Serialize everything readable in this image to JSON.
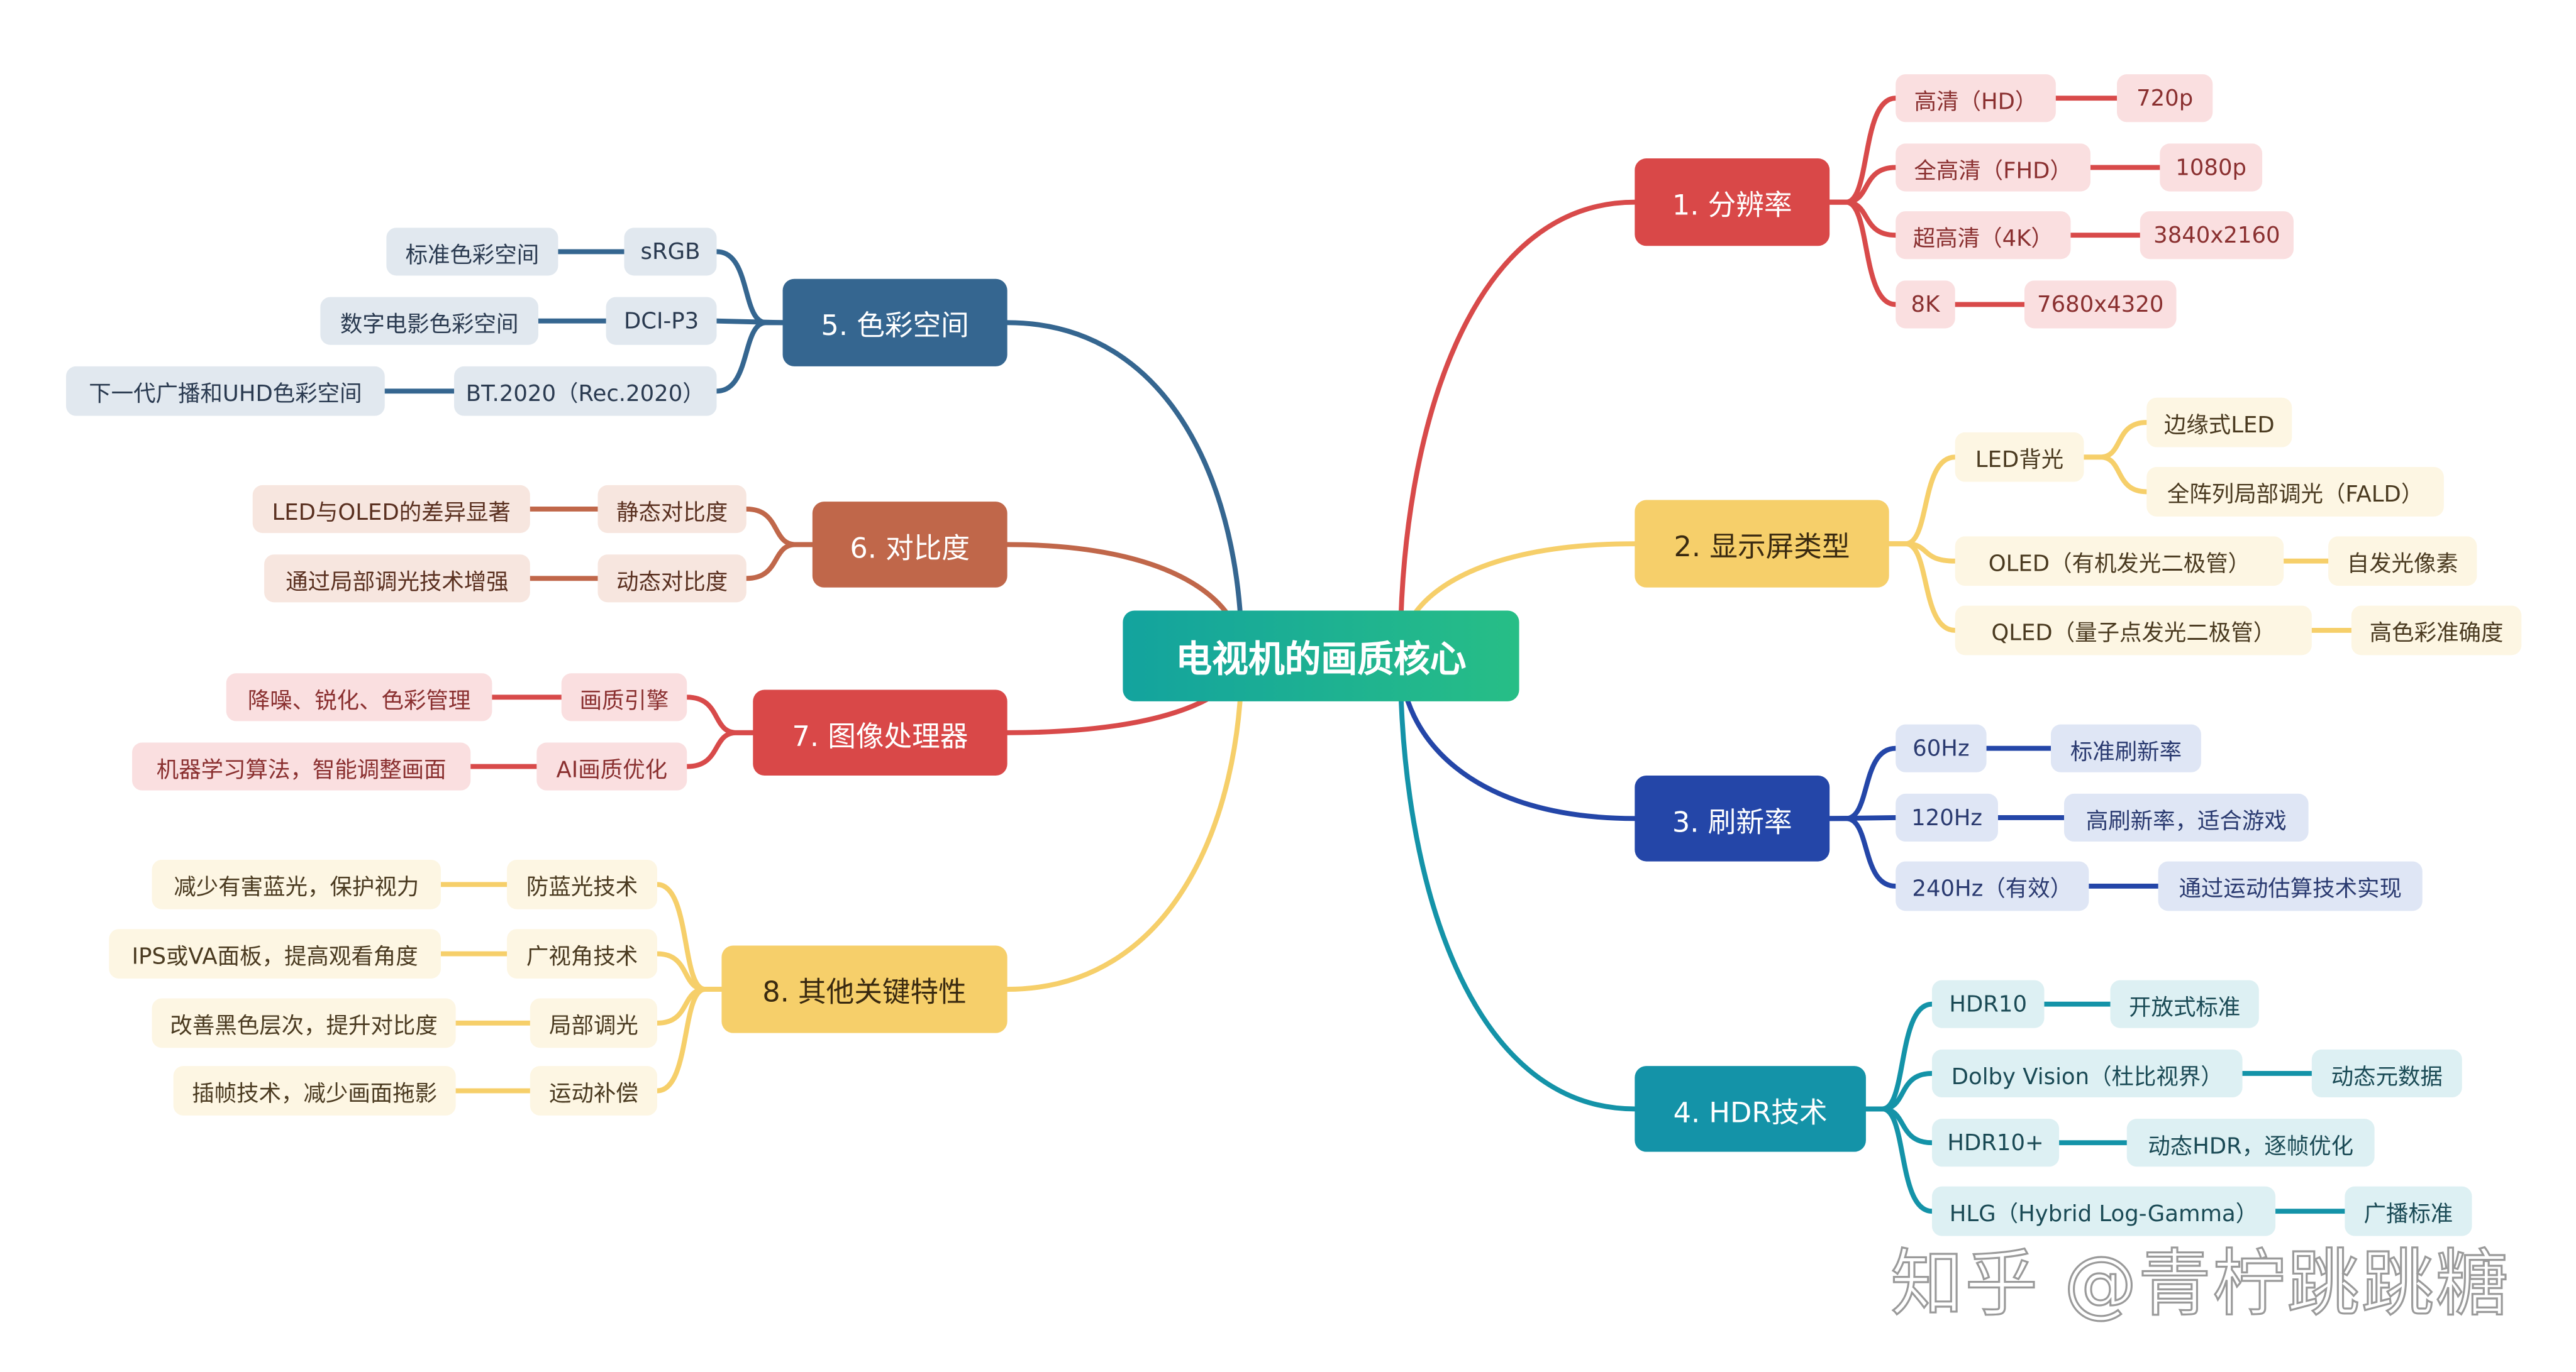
{
  "center": "电视机的画质核心",
  "branches": [
    {
      "label": "1. 分辨率",
      "color": "#d94848",
      "children": [
        {
          "label": "高清（HD）",
          "children": [
            "720p"
          ]
        },
        {
          "label": "全高清（FHD）",
          "children": [
            "1080p"
          ]
        },
        {
          "label": "超高清（4K）",
          "children": [
            "3840x2160"
          ]
        },
        {
          "label": "8K",
          "children": [
            "7680x4320"
          ]
        }
      ]
    },
    {
      "label": "2. 显示屏类型",
      "color": "#f6cf6a",
      "children": [
        {
          "label": "LED背光",
          "children": [
            "边缘式LED",
            "全阵列局部调光（FALD）"
          ]
        },
        {
          "label": "OLED（有机发光二极管）",
          "children": [
            "自发光像素"
          ]
        },
        {
          "label": "QLED（量子点发光二极管）",
          "children": [
            "高色彩准确度"
          ]
        }
      ]
    },
    {
      "label": "3. 刷新率",
      "color": "#2446a8",
      "children": [
        {
          "label": "60Hz",
          "children": [
            "标准刷新率"
          ]
        },
        {
          "label": "120Hz",
          "children": [
            "高刷新率，适合游戏"
          ]
        },
        {
          "label": "240Hz（有效）",
          "children": [
            "通过运动估算技术实现"
          ]
        }
      ]
    },
    {
      "label": "4. HDR技术",
      "color": "#1493a8",
      "children": [
        {
          "label": "HDR10",
          "children": [
            "开放式标准"
          ]
        },
        {
          "label": "Dolby Vision（杜比视界）",
          "children": [
            "动态元数据"
          ]
        },
        {
          "label": "HDR10+",
          "children": [
            "动态HDR，逐帧优化"
          ]
        },
        {
          "label": "HLG（Hybrid Log-Gamma）",
          "children": [
            "广播标准"
          ]
        }
      ]
    },
    {
      "label": "5. 色彩空间",
      "color": "#356690",
      "children": [
        {
          "label": "sRGB",
          "children": [
            "标准色彩空间"
          ]
        },
        {
          "label": "DCI-P3",
          "children": [
            "数字电影色彩空间"
          ]
        },
        {
          "label": "BT.2020（Rec.2020）",
          "children": [
            "下一代广播和UHD色彩空间"
          ]
        }
      ]
    },
    {
      "label": "6. 对比度",
      "color": "#c0674a",
      "children": [
        {
          "label": "静态对比度",
          "children": [
            "LED与OLED的差异显著"
          ]
        },
        {
          "label": "动态对比度",
          "children": [
            "通过局部调光技术增强"
          ]
        }
      ]
    },
    {
      "label": "7. 图像处理器",
      "color": "#d94848",
      "children": [
        {
          "label": "画质引擎",
          "children": [
            "降噪、锐化、色彩管理"
          ]
        },
        {
          "label": "AI画质优化",
          "children": [
            "机器学习算法，智能调整画面"
          ]
        }
      ]
    },
    {
      "label": "8. 其他关键特性",
      "color": "#f6cf6a",
      "children": [
        {
          "label": "防蓝光技术",
          "children": [
            "减少有害蓝光，保护视力"
          ]
        },
        {
          "label": "广视角技术",
          "children": [
            "IPS或VA面板，提高观看角度"
          ]
        },
        {
          "label": "局部调光",
          "children": [
            "改善黑色层次，提升对比度"
          ]
        },
        {
          "label": "运动补偿",
          "children": [
            "插帧技术，减少画面拖影"
          ]
        }
      ]
    }
  ],
  "watermark": "知乎 @青柠跳跳糖"
}
